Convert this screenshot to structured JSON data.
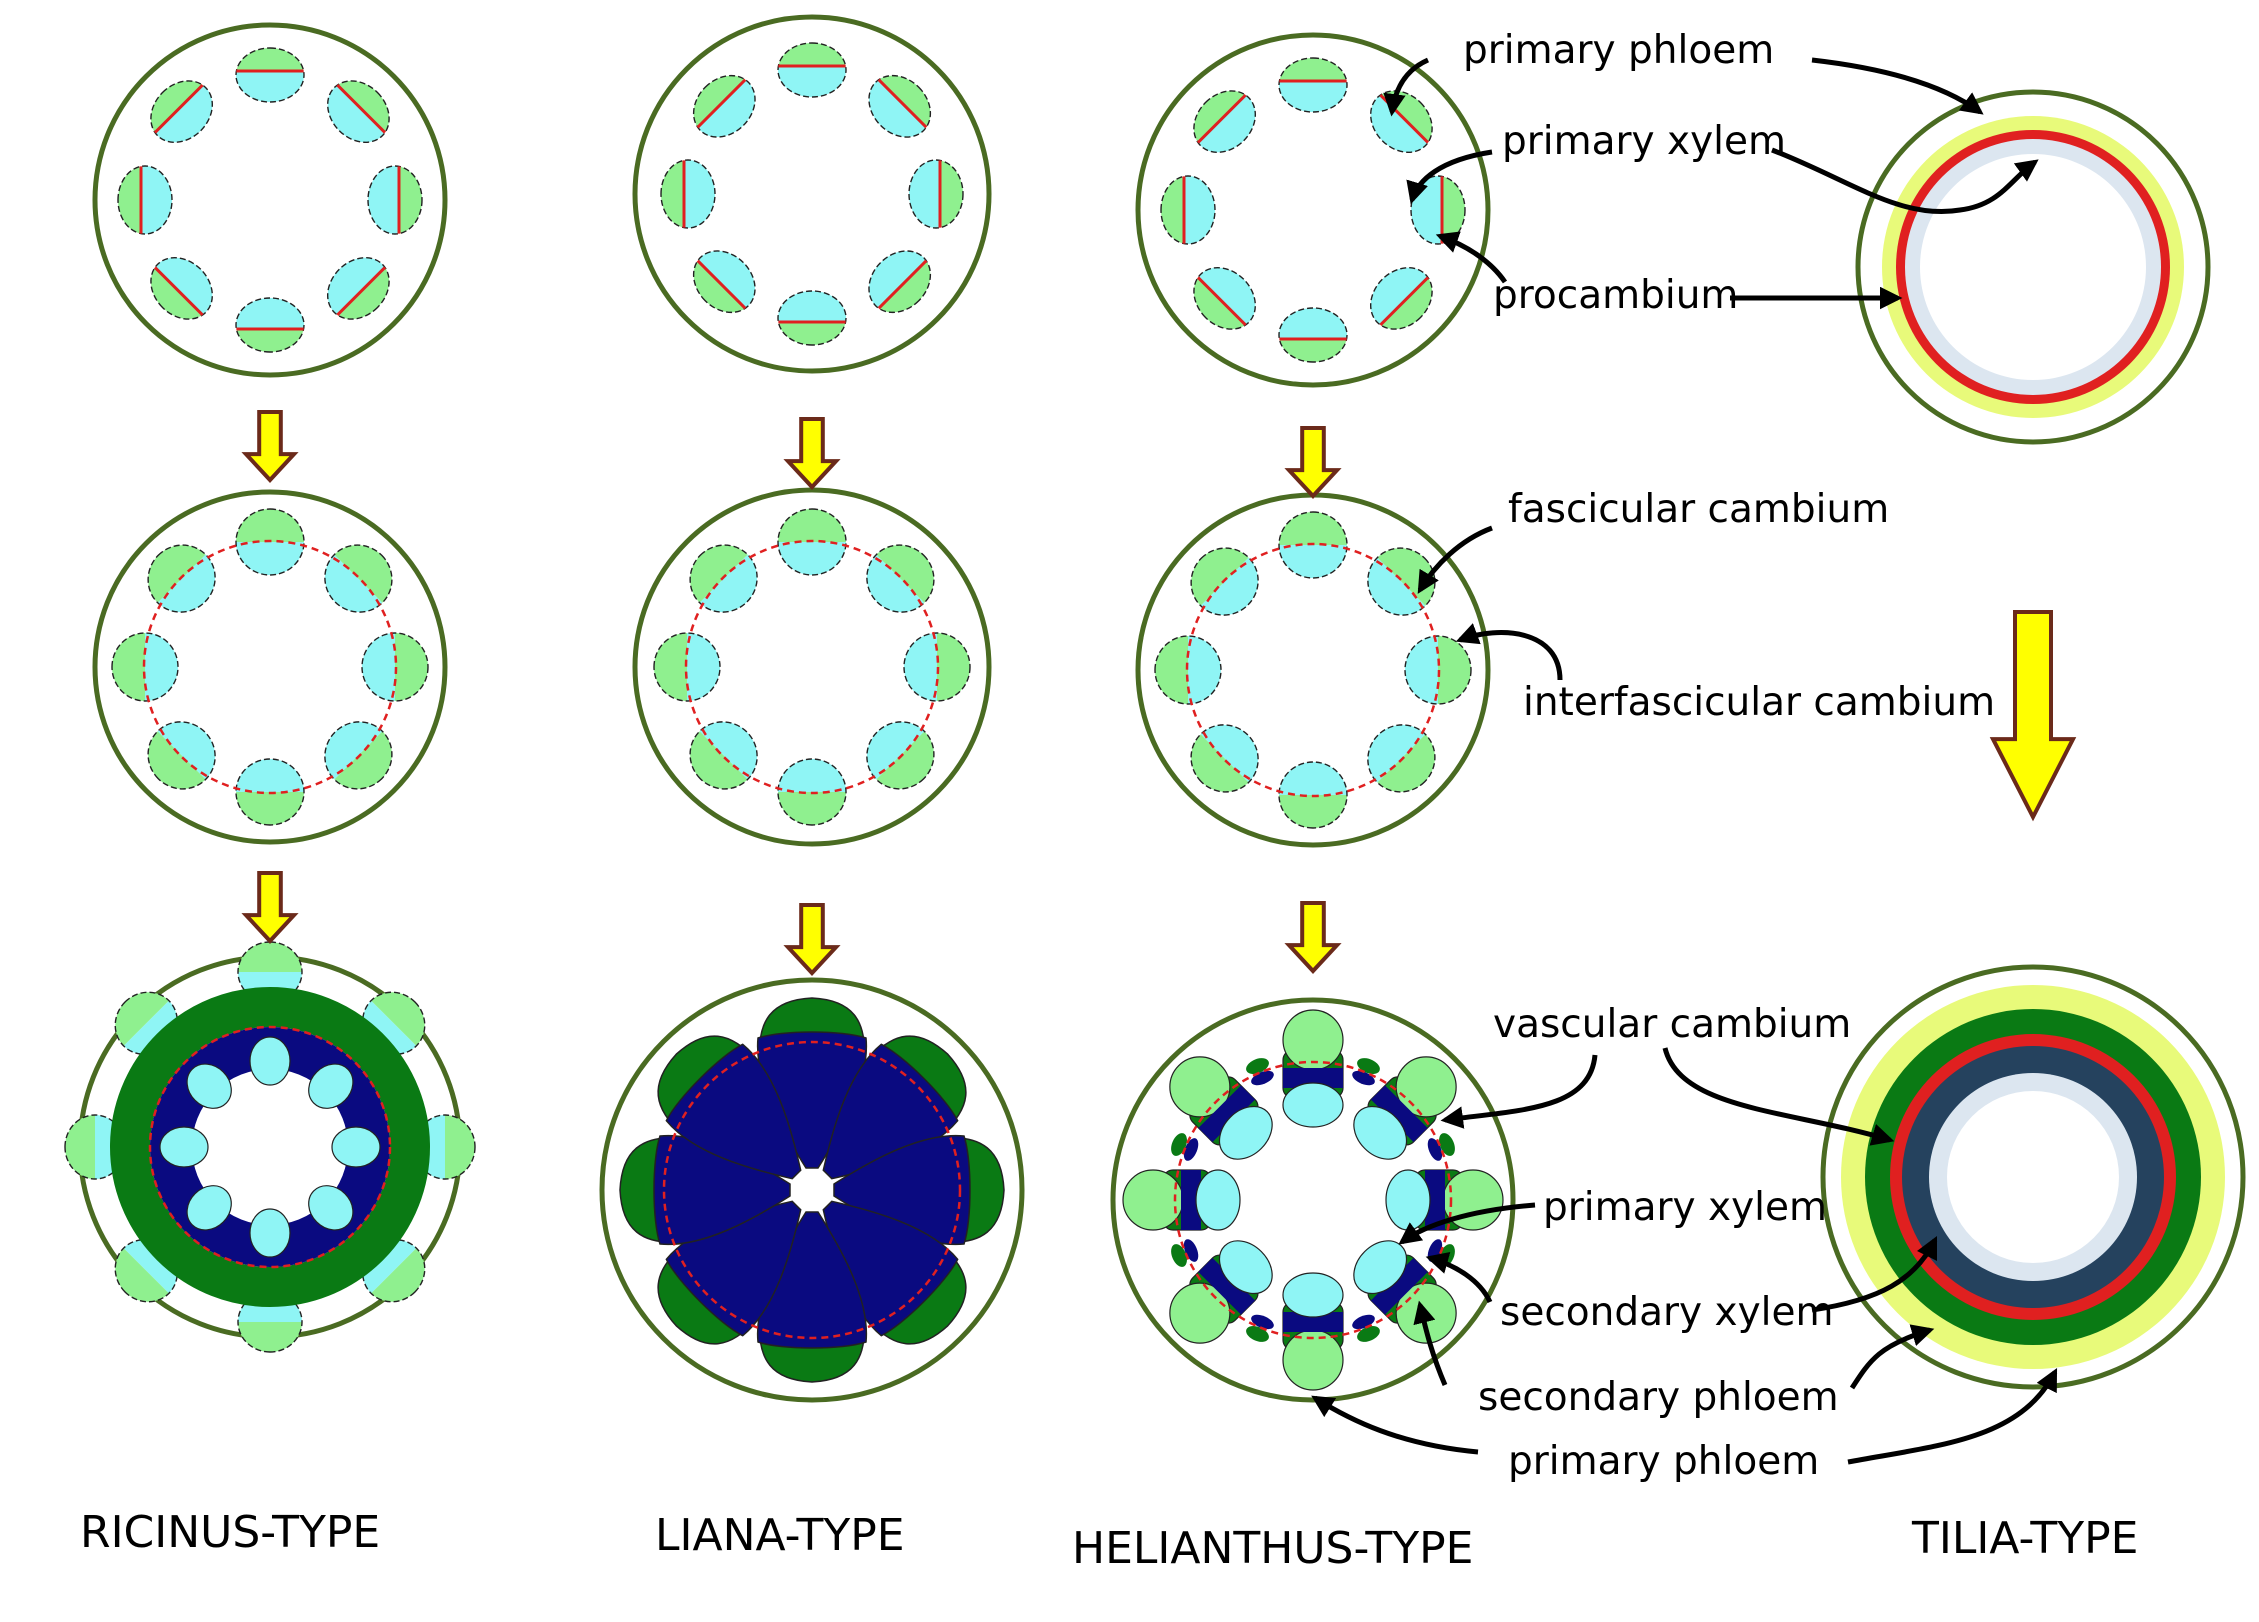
{
  "colors": {
    "outline": "#4a6b22",
    "phloem": "#8ff08f",
    "xylem": "#8ff5f5",
    "cambium": "#e02020",
    "dark_phloem": "#0a7a14",
    "dark_xylem": "#0a0a80",
    "slate": "#25425e",
    "pale_ring": "#dce6f0",
    "light_ring": "#e8fa7a",
    "arrow_fill": "#ffff00",
    "arrow_edge": "#6b2a1a"
  },
  "types": {
    "ricinus": "RICINUS-TYPE",
    "liana": "LIANA-TYPE",
    "helianthus": "HELIANTHUS-TYPE",
    "tilia": "TILIA-TYPE"
  },
  "labels": {
    "primary_phloem_top": "primary phloem",
    "primary_xylem_top": "primary xylem",
    "procambium": "procambium",
    "fascicular_cambium": "fascicular cambium",
    "interfascicular_cambium": "interfascicular cambium",
    "vascular_cambium": "vascular cambium",
    "primary_xylem_bottom": "primary xylem",
    "secondary_xylem": "secondary xylem",
    "secondary_phloem": "secondary phloem",
    "primary_phloem_bottom": "primary phloem"
  }
}
